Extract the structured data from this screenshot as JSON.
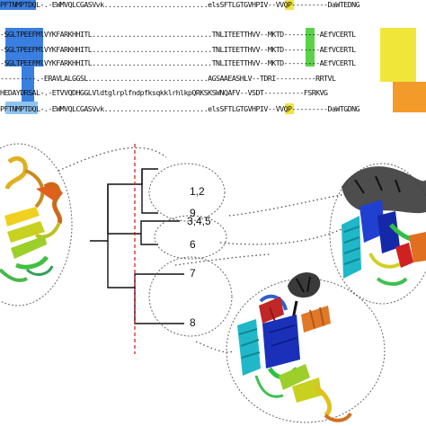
{
  "alignment": {
    "rows": [
      "PFTNMPTDQL-.-EWMVQLCGASVvk..........................elsSFTLGTGVHPIV--VVQP---------DaWTEDNG",
      "-SGLTPEEFMlVYKFARKHHITL..............................TNLITEETTHVV--MKTD---------AEfVCERTL",
      "-SGLTPEEFMlVYKFARKHHITL..............................TNLITEETTHVV--MKTD---------AEfVCERTL",
      "-SGLTPEEFMlVYKFARKHHITL..............................TNLITEETTHVV--MKTD---------AEfVCERTL",
      "---------.-ERAVLALGGSL..............................AGSAAEASHLV--TDRI----------RRTVL",
      "HEDAYDRSAL-.-ETVVQDHGGLVldtglrplfndpfksqkklrhlkpQRKSKSWNQAFV--VSDT----------FSRKVG",
      "PFTNMPTDQL-.-EWMVQLCGASVvk..........................elsSFTLGTGVHPIV--VVQP---------DaWTGDNG"
    ]
  },
  "tree": {
    "leaves": [
      {
        "label": "1,2"
      },
      {
        "label": "9"
      },
      {
        "label": "3,4,5"
      },
      {
        "label": "6"
      },
      {
        "label": "7"
      },
      {
        "label": "8"
      }
    ]
  },
  "colors": {
    "blue": "#3a7fe0",
    "green": "#5bd24a",
    "yellow": "#f0e63a",
    "orange": "#f29a2a",
    "cut_line": "#e02020"
  }
}
